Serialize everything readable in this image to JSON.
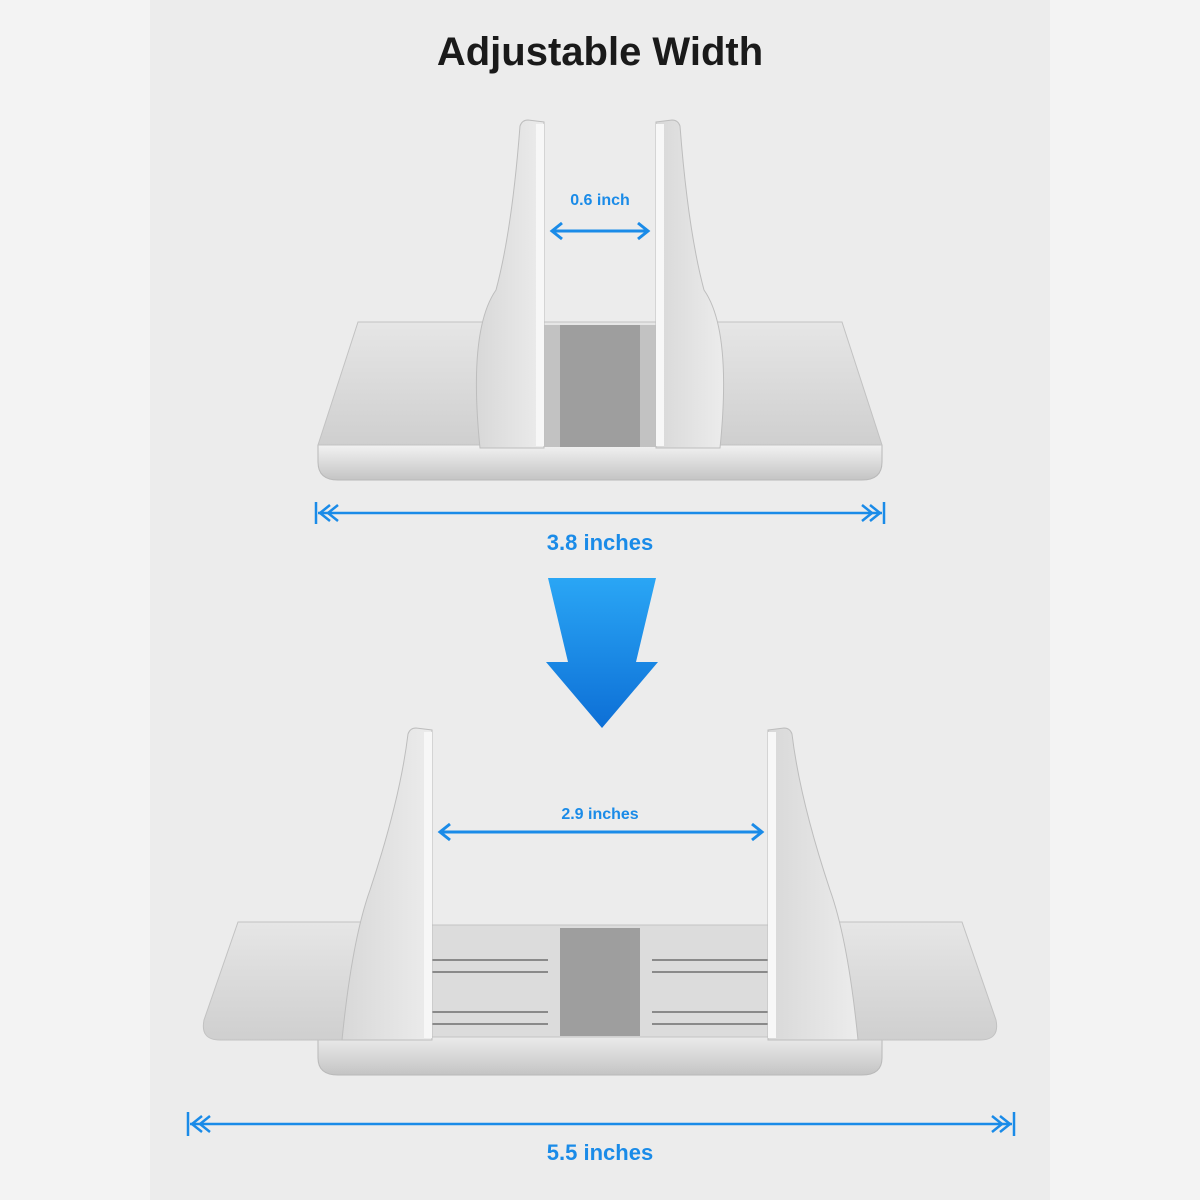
{
  "title": "Adjustable Width",
  "colors": {
    "accent": "#1a8be8",
    "aluminum": "#d6d6d6",
    "background": "#ececec"
  },
  "top_stand": {
    "gap_label": "0.6 inch",
    "base_width_label": "3.8 inches"
  },
  "arrow": {
    "icon": "down-arrow-icon"
  },
  "bottom_stand": {
    "gap_label": "2.9 inches",
    "base_width_label": "5.5 inches"
  }
}
